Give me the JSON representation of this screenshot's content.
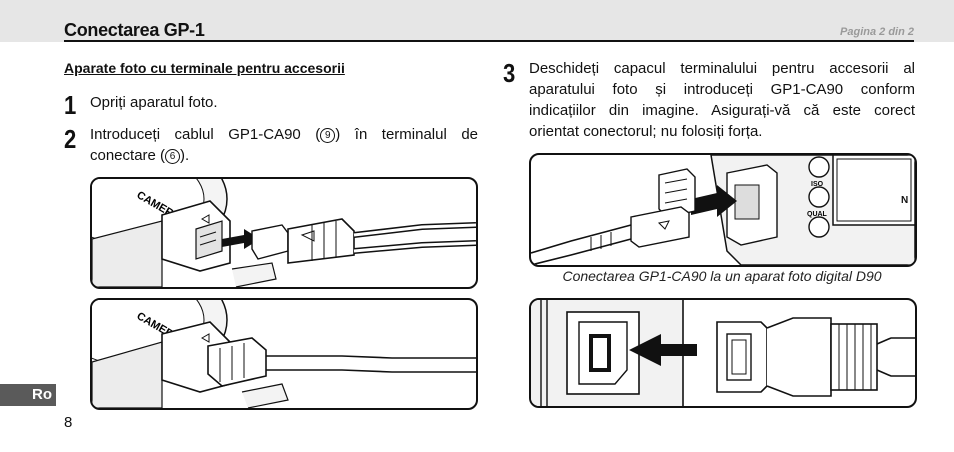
{
  "header": {
    "title": "Conectarea GP-1",
    "page_label": "Pagina 2 din 2"
  },
  "section": {
    "subheading": "Aparate foto cu terminale pentru accesorii"
  },
  "steps": [
    {
      "number": "1",
      "text": "Opriți aparatul foto."
    },
    {
      "number": "2",
      "text_before": "Introduceți cablul GP1-CA90 (",
      "ref1": "9",
      "text_mid": ") în terminalul de conectare (",
      "ref2": "6",
      "text_after": ")."
    },
    {
      "number": "3",
      "text": "Deschideți capacul terminalului pentru accesorii al aparatului foto și introduceți GP1-CA90 conform indicațiilor din imagine. Asigurați-vă că este corect orientat conectorul; nu folosiți forța."
    }
  ],
  "caption": "Conectarea GP1-CA90 la un aparat foto digital D90",
  "illustrations": {
    "camera_label": "CAMERA",
    "buttons": [
      "ISO",
      "QUAL"
    ]
  },
  "footer": {
    "lang": "Ro",
    "page_number": "8"
  }
}
